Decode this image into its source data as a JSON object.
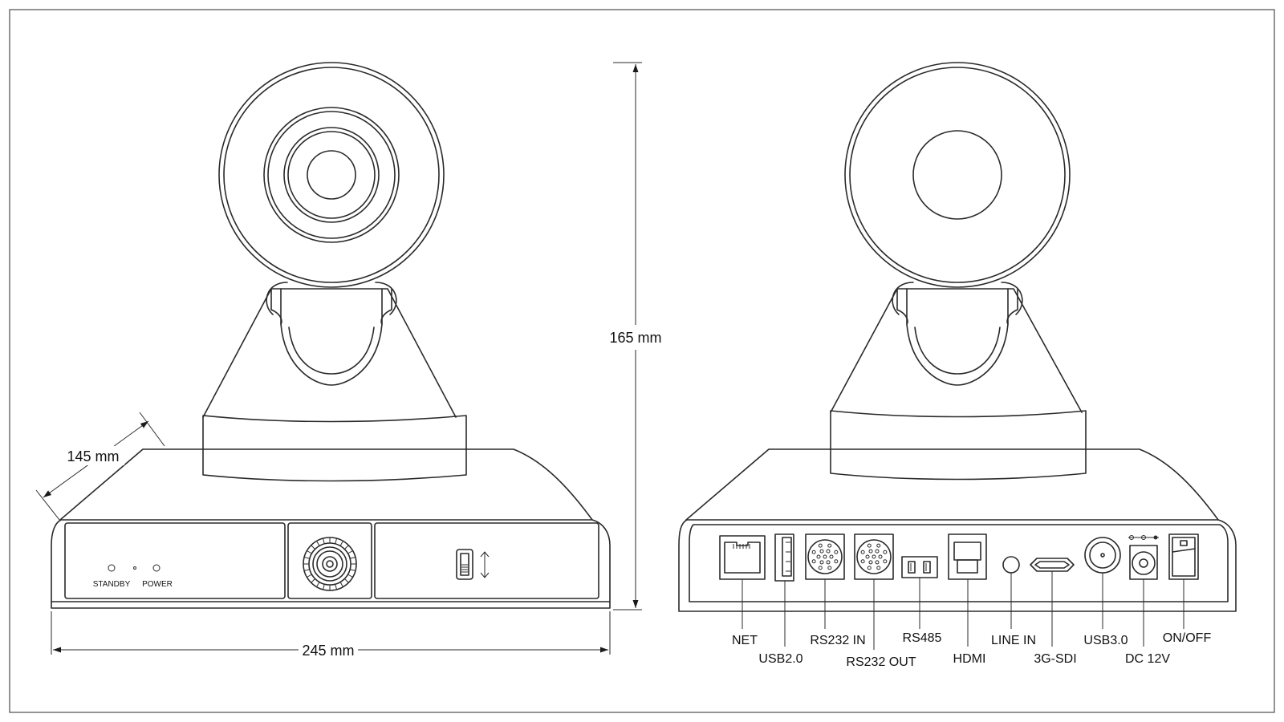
{
  "dimensions": {
    "width": "245 mm",
    "height": "165 mm",
    "depth": "145 mm"
  },
  "front_view": {
    "indicators": [
      {
        "label": "STANDBY"
      },
      {
        "label": "POWER"
      }
    ]
  },
  "rear_view": {
    "ports": [
      {
        "id": "net",
        "label": "NET"
      },
      {
        "id": "usb2",
        "label": "USB2.0"
      },
      {
        "id": "rs232in",
        "label": "RS232 IN"
      },
      {
        "id": "rs232out",
        "label": "RS232 OUT"
      },
      {
        "id": "rs485",
        "label": "RS485"
      },
      {
        "id": "hdmi",
        "label": "HDMI"
      },
      {
        "id": "linein",
        "label": "LINE IN"
      },
      {
        "id": "sdi",
        "label": "3G-SDI"
      },
      {
        "id": "usb3",
        "label": "USB3.0"
      },
      {
        "id": "dc12v",
        "label": "DC 12V"
      },
      {
        "id": "onoff",
        "label": "ON/OFF"
      }
    ]
  },
  "colors": {
    "line": "#2a2a2a",
    "background": "#ffffff"
  }
}
